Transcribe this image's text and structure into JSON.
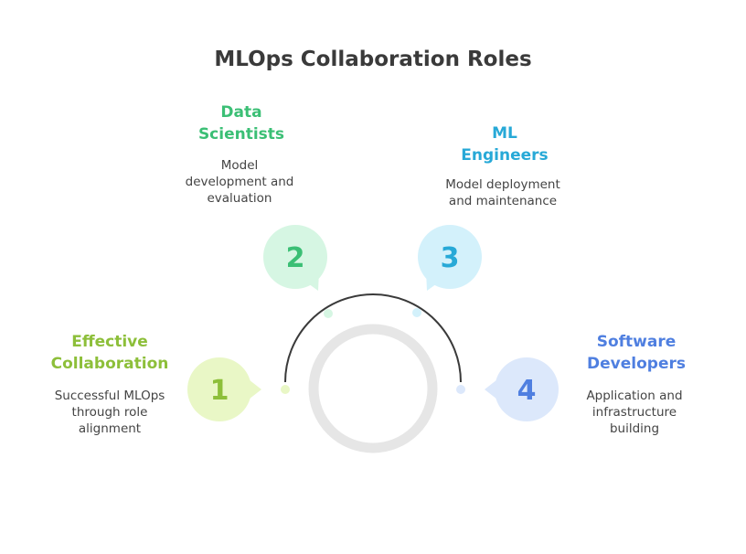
{
  "title": "MLOps Collaboration Roles",
  "colors": {
    "ring": "#e6e6e6",
    "arc": "#3a3a3a",
    "green_light": "#e9f7c6",
    "green_text": "#8dbf3a",
    "mint_light": "#d6f6e3",
    "mint_text": "#3bbf75",
    "cyan_light": "#d3f1fb",
    "cyan_text": "#27a9d7",
    "blue_light": "#dce8fb",
    "blue_text": "#4f7fe0"
  },
  "roles": [
    {
      "number": "1",
      "title_lines": [
        "Effective",
        "Collaboration"
      ],
      "desc_lines": [
        "Successful MLOps",
        "through role",
        "alignment"
      ]
    },
    {
      "number": "2",
      "title_lines": [
        "Data",
        "Scientists"
      ],
      "desc_lines": [
        "Model",
        "development and",
        "evaluation"
      ]
    },
    {
      "number": "3",
      "title_lines": [
        "ML",
        "Engineers"
      ],
      "desc_lines": [
        "Model deployment",
        "and maintenance"
      ]
    },
    {
      "number": "4",
      "title_lines": [
        "Software",
        "Developers"
      ],
      "desc_lines": [
        "Application and",
        "infrastructure",
        "building"
      ]
    }
  ]
}
